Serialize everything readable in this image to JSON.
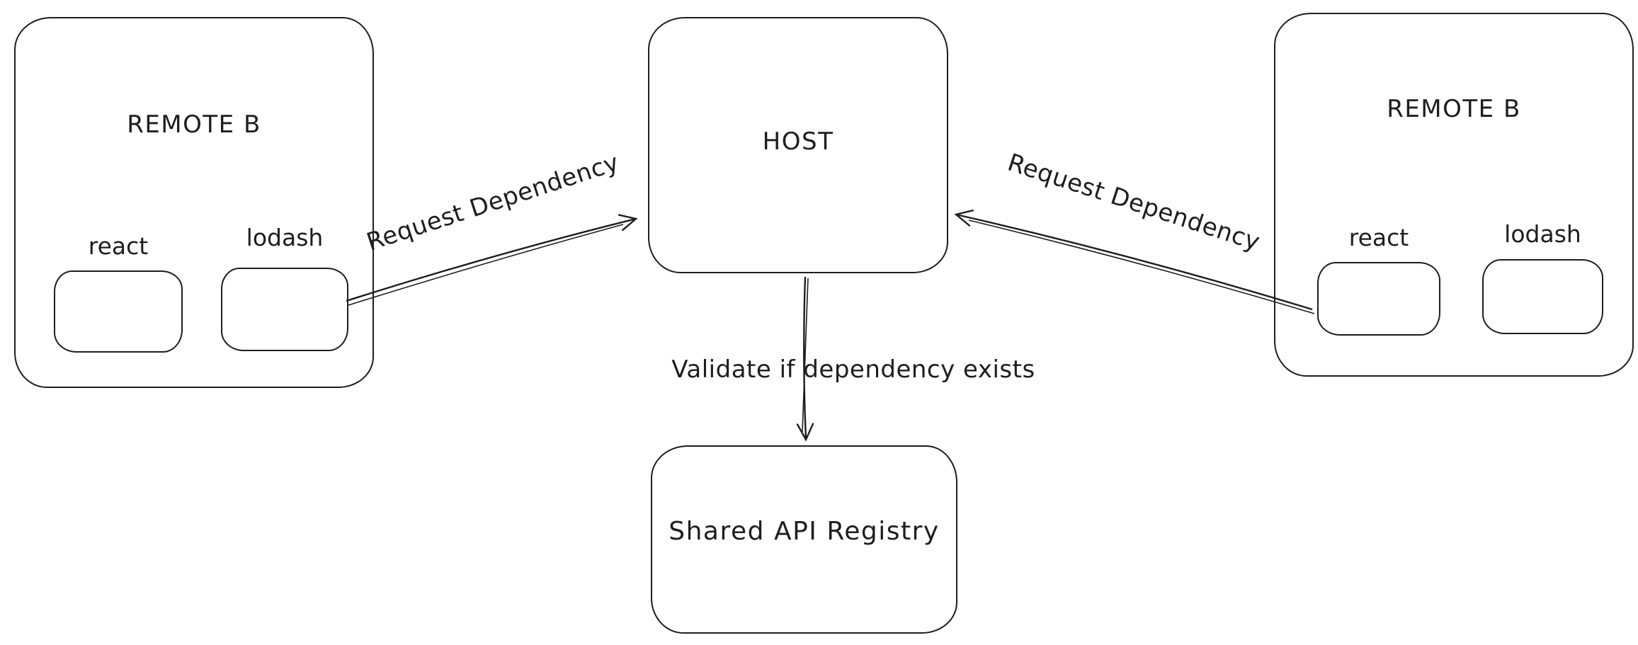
{
  "diagram": {
    "background_color": "#ffffff",
    "stroke_color": "#1e1e1e",
    "nodes": {
      "remote_left": {
        "label": "REMOTE B",
        "packages": [
          "react",
          "lodash"
        ]
      },
      "host": {
        "label": "HOST"
      },
      "remote_right": {
        "label": "REMOTE B",
        "packages": [
          "react",
          "lodash"
        ]
      },
      "registry": {
        "label": "Shared API Registry"
      }
    },
    "edges": [
      {
        "id": "remote-left-to-host",
        "label": "Request Dependency"
      },
      {
        "id": "remote-right-to-host",
        "label": "Request Dependency"
      },
      {
        "id": "host-to-registry",
        "label": "Validate if dependency exists"
      }
    ]
  }
}
